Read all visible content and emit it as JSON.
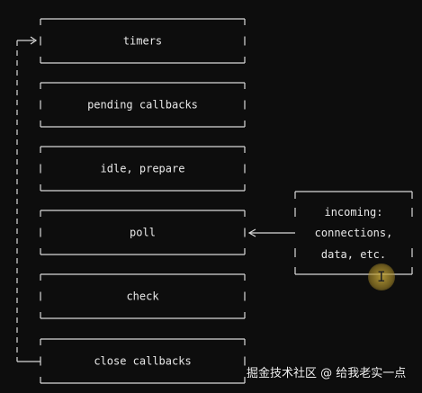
{
  "phases": [
    "timers",
    "pending callbacks",
    "idle, prepare",
    "poll",
    "check",
    "close callbacks"
  ],
  "incoming": {
    "line1": "incoming:",
    "line2": "connections,",
    "line3": "data, etc."
  },
  "watermark": "掘金技术社区 @ 给我老实一点",
  "colors": {
    "line": "#d9d9d9",
    "text": "#e8e8e8",
    "background": "#0d0d0d"
  }
}
